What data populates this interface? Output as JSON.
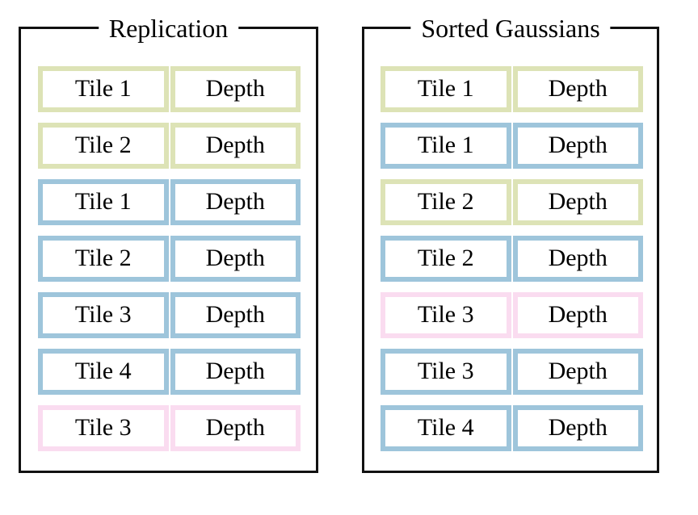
{
  "colors": {
    "olive": "#dde3b6",
    "blue": "#9ec5db",
    "pink": "#fadcf0",
    "panel_border": "#111111",
    "text": "#000000",
    "background": "#ffffff"
  },
  "panels": [
    {
      "title": "Replication",
      "rows": [
        {
          "tile": "Tile 1",
          "depth": "Depth",
          "color": "olive"
        },
        {
          "tile": "Tile 2",
          "depth": "Depth",
          "color": "olive"
        },
        {
          "tile": "Tile 1",
          "depth": "Depth",
          "color": "blue"
        },
        {
          "tile": "Tile 2",
          "depth": "Depth",
          "color": "blue"
        },
        {
          "tile": "Tile 3",
          "depth": "Depth",
          "color": "blue"
        },
        {
          "tile": "Tile 4",
          "depth": "Depth",
          "color": "blue"
        },
        {
          "tile": "Tile 3",
          "depth": "Depth",
          "color": "pink"
        }
      ]
    },
    {
      "title": "Sorted Gaussians",
      "rows": [
        {
          "tile": "Tile 1",
          "depth": "Depth",
          "color": "olive"
        },
        {
          "tile": "Tile 1",
          "depth": "Depth",
          "color": "blue"
        },
        {
          "tile": "Tile 2",
          "depth": "Depth",
          "color": "olive"
        },
        {
          "tile": "Tile 2",
          "depth": "Depth",
          "color": "blue"
        },
        {
          "tile": "Tile 3",
          "depth": "Depth",
          "color": "pink"
        },
        {
          "tile": "Tile 3",
          "depth": "Depth",
          "color": "blue"
        },
        {
          "tile": "Tile 4",
          "depth": "Depth",
          "color": "blue"
        }
      ]
    }
  ]
}
